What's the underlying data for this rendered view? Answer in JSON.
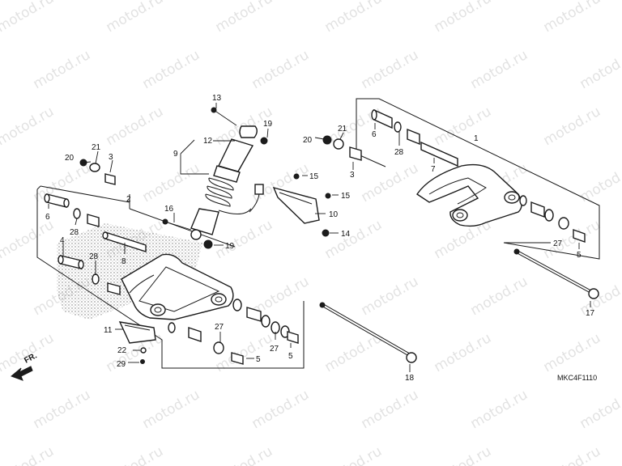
{
  "watermark": "motod.ru",
  "diagram_code": "MKC4F1110",
  "front_marker": "FR.",
  "callouts": {
    "c1": "1",
    "c2": "2",
    "c3a": "3",
    "c3b": "3",
    "c4": "4",
    "c5a": "5",
    "c5b": "5",
    "c6a": "6",
    "c6b": "6",
    "c7": "7",
    "c8": "8",
    "c9": "9",
    "c10": "10",
    "c11": "11",
    "c12": "12",
    "c13": "13",
    "c14": "14",
    "c15a": "15",
    "c15b": "15",
    "c16": "16",
    "c17": "17",
    "c18": "18",
    "c19a": "19",
    "c19b": "19",
    "c20a": "20",
    "c20b": "20",
    "c21a": "21",
    "c21b": "21",
    "c22": "22",
    "c27a": "27",
    "c27b": "27",
    "c27c": "27",
    "c28a": "28",
    "c28b": "28",
    "c28c": "28",
    "c29": "29"
  },
  "colors": {
    "line": "#1a1a1a",
    "watermark": "#9a9a9a",
    "background": "#ffffff"
  }
}
